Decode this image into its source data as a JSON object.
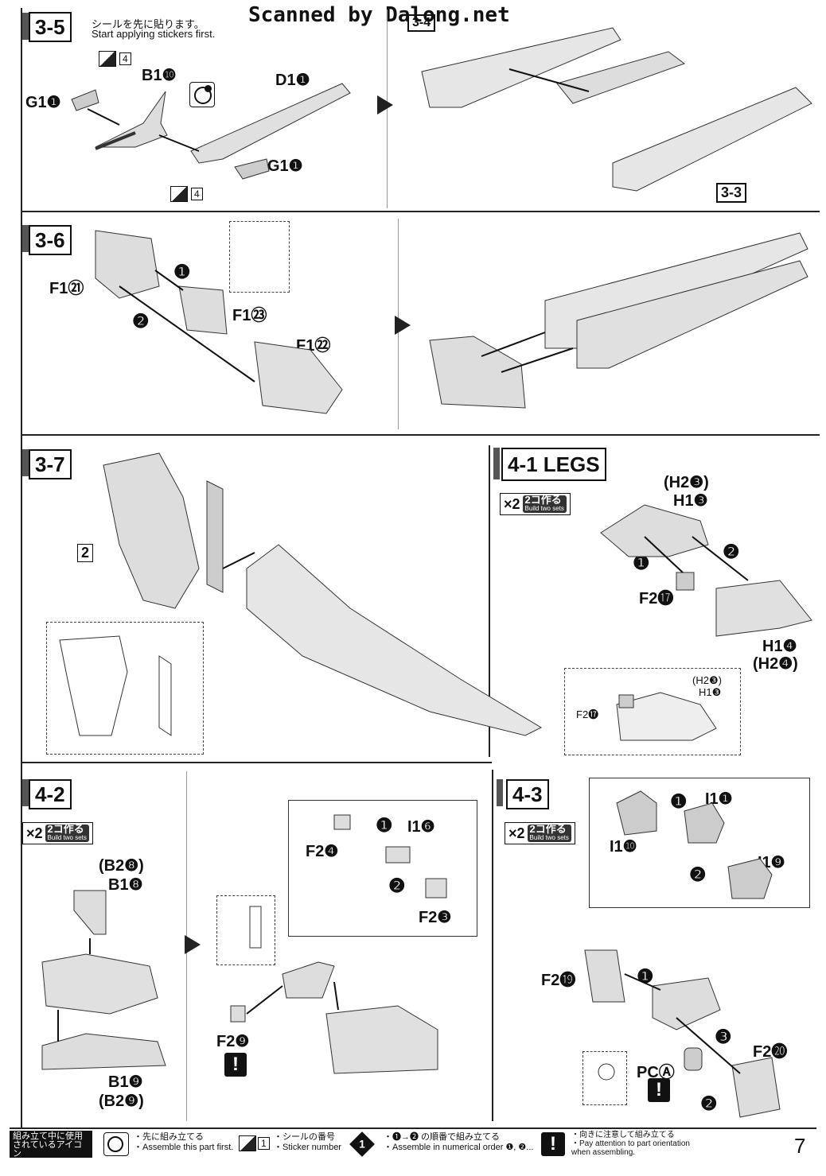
{
  "header": {
    "watermark": "Scanned by Dalong.net"
  },
  "steps": {
    "s35": {
      "label": "3-5",
      "note_jp": "シールを先に貼ります。",
      "note_en": "Start applying stickers first.",
      "parts": [
        "G1❶",
        "B1❿",
        "D1❶",
        "G1❶"
      ],
      "sticker_nums": [
        "4",
        "4"
      ],
      "ref": "3-4",
      "ref2": "3-3"
    },
    "s36": {
      "label": "3-6",
      "parts": [
        "F1㉑",
        "F1㉓",
        "F1㉒"
      ],
      "order": [
        "❶",
        "❷"
      ]
    },
    "s37": {
      "label": "3-7",
      "ref": "2"
    },
    "s41": {
      "label": "4-1 LEGS",
      "x2": "×2",
      "make": "2コ作る",
      "make_en": "Build two sets",
      "parts": [
        "(H2❸)",
        "H1❸",
        "F2⓱",
        "H1❹",
        "(H2❹)"
      ],
      "order": [
        "❶",
        "❷"
      ],
      "detail_parts": [
        "(H2❸)",
        "H1❸",
        "F2⓱"
      ]
    },
    "s42": {
      "label": "4-2",
      "x2": "×2",
      "make": "2コ作る",
      "make_en": "Build two sets",
      "parts": [
        "(B2❽)",
        "B1❽",
        "B1❾",
        "(B2❾)",
        "F2❾"
      ],
      "detail_parts": [
        "F2❹",
        "I1❻",
        "F2❸"
      ],
      "order": [
        "❶",
        "❷"
      ]
    },
    "s43": {
      "label": "4-3",
      "x2": "×2",
      "make": "2コ作る",
      "make_en": "Build two sets",
      "detail_parts": [
        "I1❶",
        "I1❿",
        "I1❾"
      ],
      "parts": [
        "F2⓳",
        "F2⓴",
        "PCⒶ"
      ],
      "order": [
        "❶",
        "❷",
        "❸"
      ]
    }
  },
  "footer": {
    "title_jp1": "組み立て中に使用",
    "title_jp2": "されているアイコン",
    "title_en": "Symbols used in instructions",
    "i1_jp": "・先に組み立てる",
    "i1_en": "・Assemble this part first.",
    "i2_num": "1",
    "i2_jp": "・シールの番号",
    "i2_en": "・Sticker number",
    "i3_jp": "・❶→❷ の順番で組み立てる",
    "i3_en": "・Assemble in numerical order ❶, ❷...",
    "i4_jp": "・向きに注意して組み立てる",
    "i4_en1": "・Pay attention to part orientation",
    "i4_en2": "when assembling.",
    "page": "7"
  }
}
